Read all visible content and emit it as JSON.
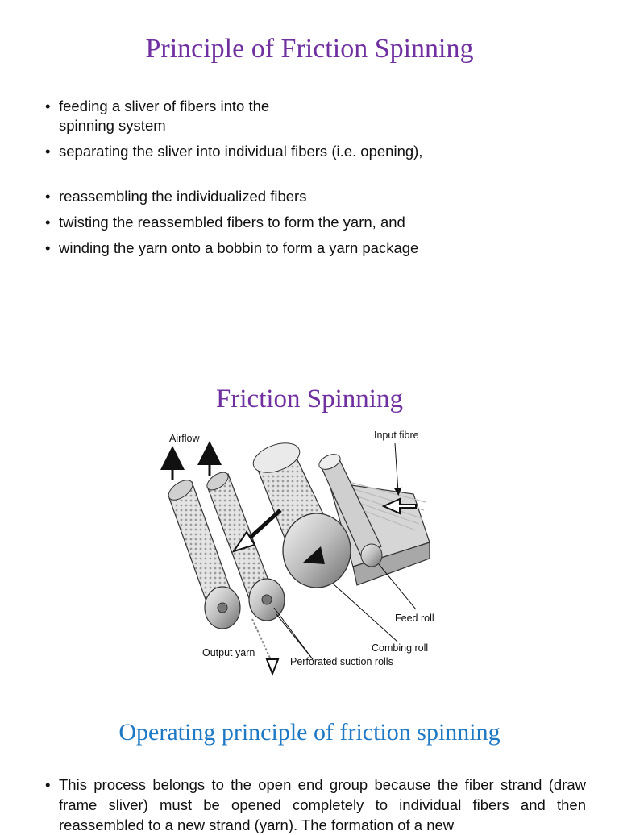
{
  "section1": {
    "title": "Principle of Friction Spinning",
    "bullets": [
      {
        "line1": "feeding a sliver of fibers into the",
        "line2": "spinning system"
      },
      {
        "line1": "separating the sliver into individual fibers (i.e. opening),"
      },
      {
        "line1": "reassembling the individualized fibers"
      },
      {
        "line1": "twisting the reassembled fibers to form the yarn, and"
      },
      {
        "line1": "winding the yarn onto a bobbin to form a yarn package"
      }
    ]
  },
  "section2": {
    "title": "Friction Spinning",
    "diagram_labels": {
      "airflow": "Airflow",
      "input_fibre": "Input fibre",
      "feed_roll": "Feed roll",
      "combing_roll": "Combing roll",
      "output_yarn": "Output yarn",
      "perforated_suction_rolls": "Perforated suction rolls"
    }
  },
  "section3": {
    "title": "Operating principle of friction spinning",
    "paragraph": "This process belongs to the open end group because the fiber strand (draw frame sliver) must be opened completely to individual fibers and then reassembled to a new strand (yarn). The formation of a new"
  }
}
